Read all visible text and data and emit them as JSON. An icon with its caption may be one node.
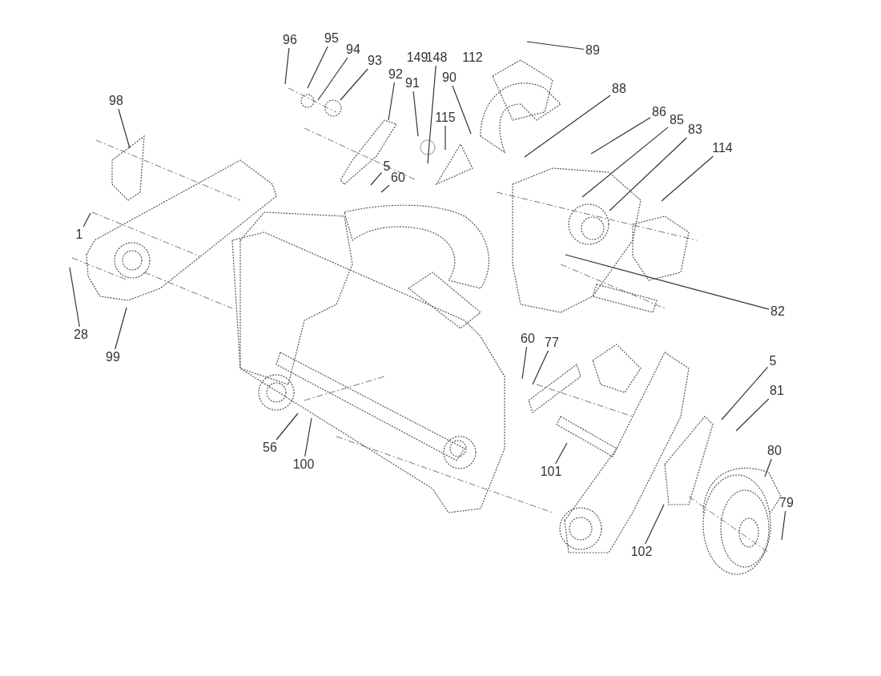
{
  "diagram": {
    "nodes": [
      {
        "text": [
          "89"
        ]
      },
      {
        "text": [
          "96"
        ]
      },
      {
        "text": [
          "95"
        ]
      },
      {
        "text": [
          "94"
        ]
      },
      {
        "text": [
          "93"
        ]
      },
      {
        "text": [
          "148"
        ]
      },
      {
        "text": [
          "92"
        ]
      },
      {
        "text": [
          "91"
        ]
      },
      {
        "text": [
          "90"
        ]
      },
      {
        "text": [
          "88"
        ]
      },
      {
        "text": [
          "98"
        ]
      },
      {
        "text": [
          "115"
        ]
      },
      {
        "text": [
          "86"
        ]
      },
      {
        "text": [
          "85"
        ]
      },
      {
        "text": [
          "83"
        ]
      },
      {
        "text": [
          "114"
        ]
      },
      {
        "text": [
          "5"
        ]
      },
      {
        "text": [
          "60"
        ]
      },
      {
        "text": [
          "1"
        ]
      },
      {
        "text": [
          "82"
        ]
      },
      {
        "text": [
          "28"
        ]
      },
      {
        "text": [
          "60"
        ]
      },
      {
        "text": [
          "77"
        ]
      },
      {
        "text": [
          "99"
        ]
      },
      {
        "text": [
          "5"
        ]
      },
      {
        "text": [
          "81"
        ]
      },
      {
        "text": [
          "56"
        ]
      },
      {
        "text": [
          "80"
        ]
      },
      {
        "text": [
          "100"
        ]
      },
      {
        "text": [
          "101"
        ]
      },
      {
        "text": [
          "79"
        ]
      },
      {
        "text": [
          "102"
        ]
      }
    ],
    "edges": [
      {
        "from": 0,
        "to": null,
        "arrow": "none"
      },
      {
        "from": 1,
        "to": null,
        "arrow": "none"
      },
      {
        "from": 2,
        "to": null,
        "arrow": "none"
      },
      {
        "from": 3,
        "to": null,
        "arrow": "none"
      },
      {
        "from": 4,
        "to": null,
        "arrow": "none"
      },
      {
        "from": 5,
        "to": null,
        "arrow": "none"
      },
      {
        "from": 6,
        "to": null,
        "arrow": "none"
      },
      {
        "from": 7,
        "to": null,
        "arrow": "none"
      },
      {
        "from": 8,
        "to": null,
        "arrow": "none"
      },
      {
        "from": 9,
        "to": null,
        "arrow": "none"
      },
      {
        "from": 10,
        "to": null,
        "arrow": "none"
      },
      {
        "from": 11,
        "to": null,
        "arrow": "none"
      },
      {
        "from": 12,
        "to": null,
        "arrow": "none"
      },
      {
        "from": 13,
        "to": null,
        "arrow": "none"
      },
      {
        "from": 14,
        "to": null,
        "arrow": "none"
      },
      {
        "from": 15,
        "to": null,
        "arrow": "none"
      },
      {
        "from": 16,
        "to": null,
        "arrow": "none"
      },
      {
        "from": 17,
        "to": null,
        "arrow": "none"
      },
      {
        "from": 18,
        "to": null,
        "arrow": "none"
      },
      {
        "from": 19,
        "to": null,
        "arrow": "none"
      },
      {
        "from": 20,
        "to": null,
        "arrow": "none"
      },
      {
        "from": 21,
        "to": null,
        "arrow": "none"
      },
      {
        "from": 22,
        "to": null,
        "arrow": "none"
      },
      {
        "from": 23,
        "to": null,
        "arrow": "none"
      },
      {
        "from": 24,
        "to": null,
        "arrow": "none"
      },
      {
        "from": 25,
        "to": null,
        "arrow": "none"
      },
      {
        "from": 26,
        "to": null,
        "arrow": "none"
      },
      {
        "from": 27,
        "to": null,
        "arrow": "none"
      },
      {
        "from": 28,
        "to": null,
        "arrow": "none"
      },
      {
        "from": 29,
        "to": null,
        "arrow": "none"
      },
      {
        "from": 30,
        "to": null,
        "arrow": "none"
      },
      {
        "from": 31,
        "to": null,
        "arrow": "none"
      }
    ],
    "labels": [
      "149",
      "112"
    ]
  }
}
